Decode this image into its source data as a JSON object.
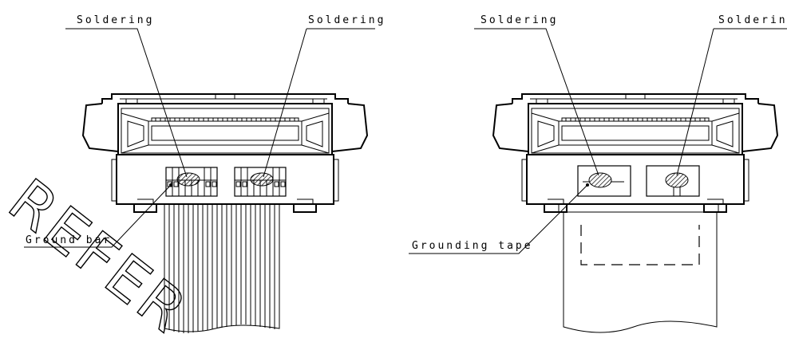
{
  "labels": {
    "left_top_1": "Soldering",
    "left_top_2": "Soldering",
    "left_bottom": "Ground bar",
    "right_top_1": "Soldering",
    "right_top_2": "Solderin",
    "right_bottom": "Grounding tape"
  },
  "watermark": "REFER",
  "colors": {
    "line": "#000000",
    "background": "#ffffff"
  }
}
